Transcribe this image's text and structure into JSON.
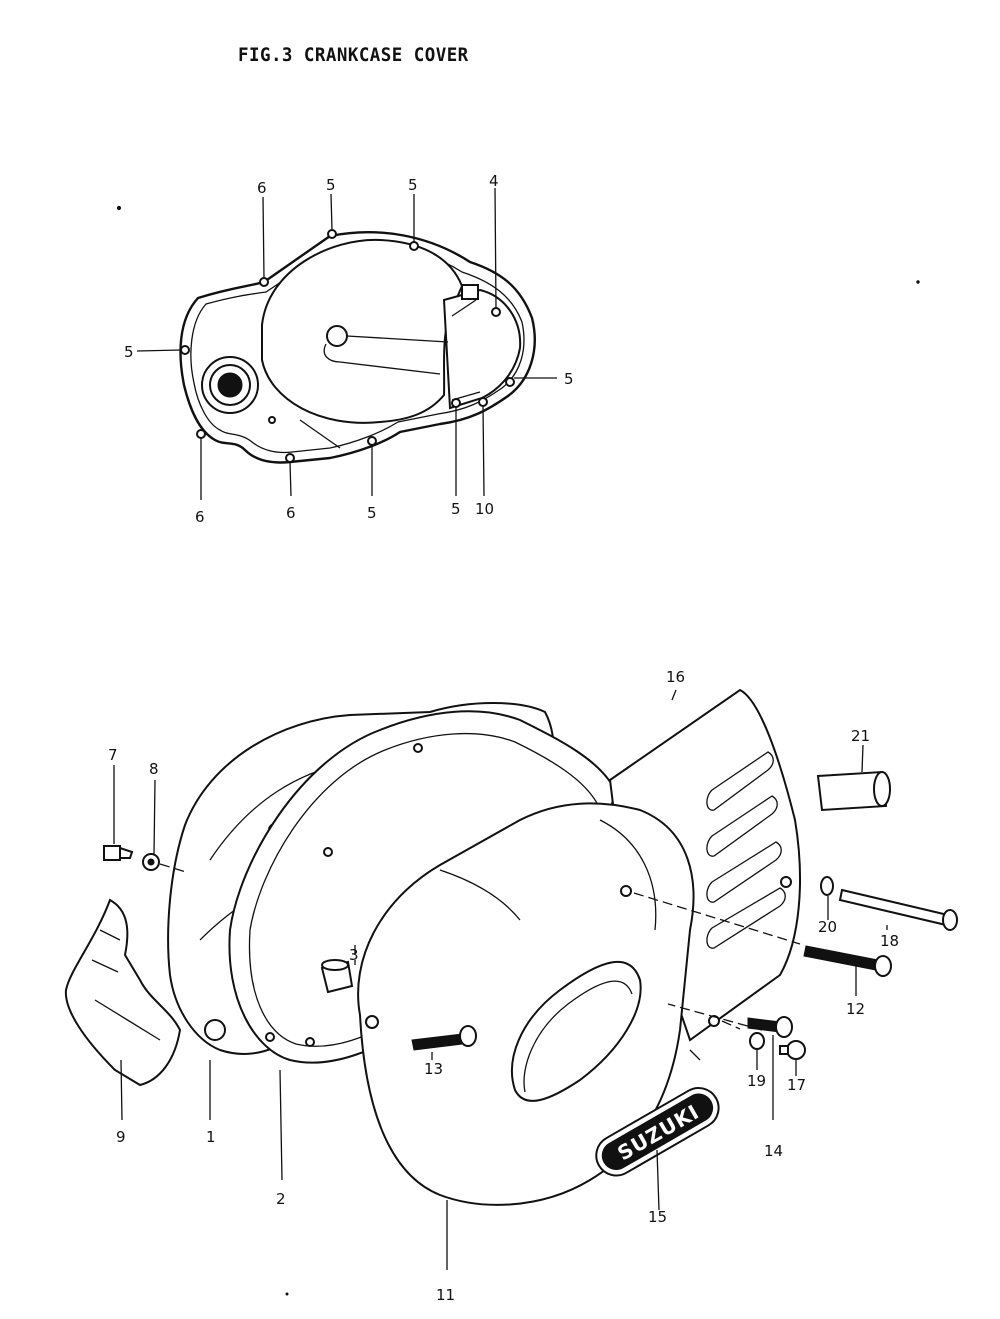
{
  "title": "FIG.3 CRANKCASE COVER",
  "callouts_top": {
    "c4": "4",
    "c5a": "5",
    "c5b": "5",
    "c5c": "5",
    "c5d": "5",
    "c5e": "5",
    "c5f": "5",
    "c6a": "6",
    "c6b": "6",
    "c6c": "6",
    "c10": "10"
  },
  "callouts_bottom": {
    "c1": "1",
    "c2": "2",
    "c3": "3",
    "c7": "7",
    "c8": "8",
    "c9": "9",
    "c11": "11",
    "c12": "12",
    "c13": "13",
    "c14": "14",
    "c15": "15",
    "c16": "16",
    "c17": "17",
    "c18": "18",
    "c19": "19",
    "c20": "20",
    "c21": "21"
  },
  "emblem_text": "SUZUKI"
}
